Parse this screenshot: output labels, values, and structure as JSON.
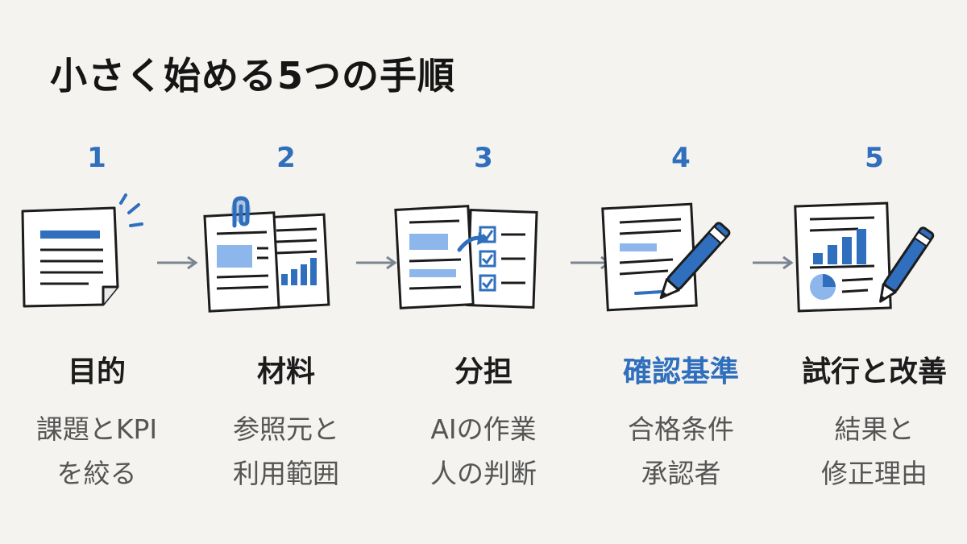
{
  "title": "小さく始める5つの手順",
  "colors": {
    "accent": "#2f6fbd",
    "light_accent": "#8db6ec",
    "ink": "#1c1c1c",
    "muted": "#555555",
    "arrow": "#7b8592"
  },
  "steps": [
    {
      "number": "1",
      "label": "目的",
      "desc": [
        "課題とKPI",
        "を絞る"
      ],
      "icon": "document-highlight-icon",
      "highlight": false
    },
    {
      "number": "2",
      "label": "材料",
      "desc": [
        "参照元と",
        "利用範囲"
      ],
      "icon": "clipped-documents-icon",
      "highlight": false
    },
    {
      "number": "3",
      "label": "分担",
      "desc": [
        "AIの作業",
        "人の判断"
      ],
      "icon": "document-to-checklist-icon",
      "highlight": false
    },
    {
      "number": "4",
      "label": "確認基準",
      "desc": [
        "合格条件",
        "承認者"
      ],
      "icon": "document-pen-icon",
      "highlight": true
    },
    {
      "number": "5",
      "label": "試行と改善",
      "desc": [
        "結果と",
        "修正理由"
      ],
      "icon": "report-chart-pen-icon",
      "highlight": false
    }
  ]
}
